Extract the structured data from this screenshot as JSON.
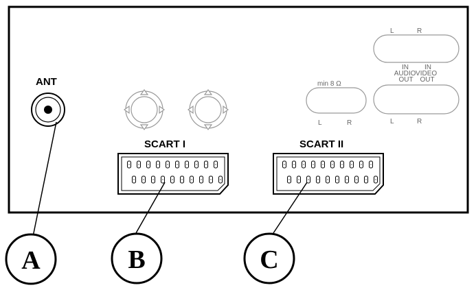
{
  "panel": {
    "ant_label": "ANT",
    "scart1_label": "SCART I",
    "scart2_label": "SCART II",
    "speaker_label": "min 8 Ω",
    "speaker_left": "L",
    "speaker_right": "R",
    "audio_in_left": "L",
    "audio_in_right": "R",
    "audio_out_left": "L",
    "audio_out_right": "R",
    "in_label_1": "IN",
    "in_label_2": "IN",
    "audio_out_label": "AUDIO\nOUT",
    "video_out_label": "VIDEO\nOUT"
  },
  "callouts": {
    "a": "A",
    "b": "B",
    "c": "C"
  }
}
